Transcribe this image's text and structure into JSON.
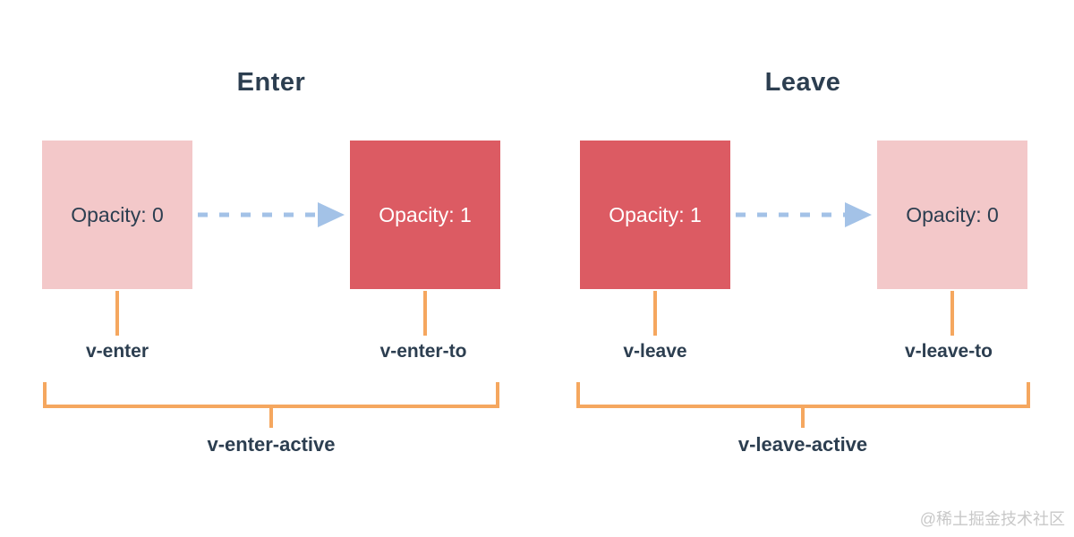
{
  "colors": {
    "pink": "#f3c8c9",
    "red": "#dc5b63",
    "orange": "#f5a75f",
    "blue": "#a3c2e7",
    "navy": "#2c3e50",
    "white": "#ffffff",
    "gray": "#c8c8c8"
  },
  "diagram": {
    "groups": [
      {
        "title": "Enter",
        "from_box": {
          "label": "Opacity: 0",
          "style": "faded"
        },
        "to_box": {
          "label": "Opacity: 1",
          "style": "solid"
        },
        "arrow": "dashed-right-arrow",
        "from_class": "v-enter",
        "to_class": "v-enter-to",
        "active_class": "v-enter-active"
      },
      {
        "title": "Leave",
        "from_box": {
          "label": "Opacity: 1",
          "style": "solid"
        },
        "to_box": {
          "label": "Opacity: 0",
          "style": "faded"
        },
        "arrow": "dashed-right-arrow",
        "from_class": "v-leave",
        "to_class": "v-leave-to",
        "active_class": "v-leave-active"
      }
    ]
  },
  "footer": {
    "watermark": "@稀土掘金技术社区"
  }
}
